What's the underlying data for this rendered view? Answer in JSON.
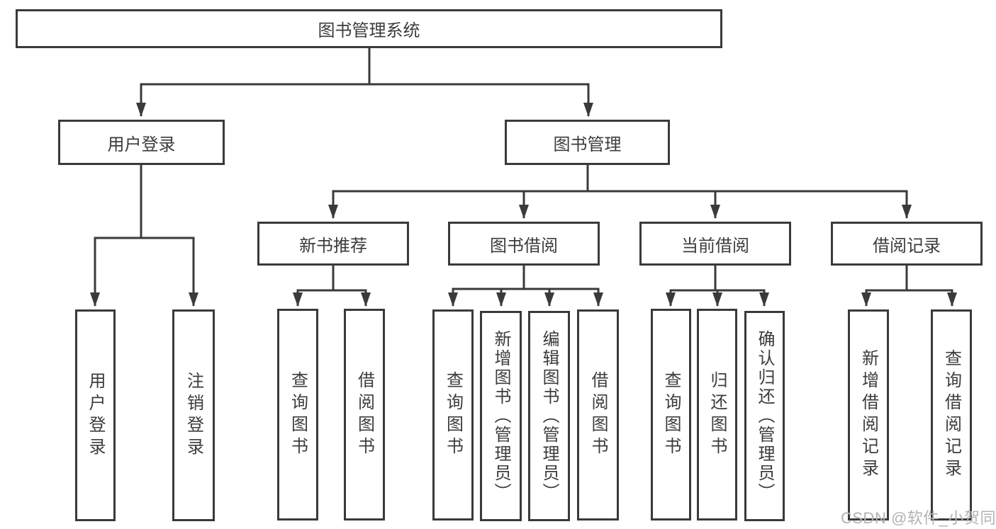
{
  "diagram": {
    "title": "图书管理系统",
    "root": {
      "label": "图书管理系统"
    },
    "branches": [
      {
        "label": "用户登录",
        "children": [
          {
            "label": "用户登录"
          },
          {
            "label": "注销登录"
          }
        ]
      },
      {
        "label": "图书管理",
        "children": [
          {
            "label": "新书推荐",
            "children": [
              {
                "label": "查询图书"
              },
              {
                "label": "借阅图书"
              }
            ]
          },
          {
            "label": "图书借阅",
            "children": [
              {
                "label": "查询图书"
              },
              {
                "label": "新增图书（管理员）"
              },
              {
                "label": "编辑图书（管理员）"
              },
              {
                "label": "借阅图书"
              }
            ]
          },
          {
            "label": "当前借阅",
            "children": [
              {
                "label": "查询图书"
              },
              {
                "label": "归还图书"
              },
              {
                "label": "确认归还（管理员）"
              }
            ]
          },
          {
            "label": "借阅记录",
            "children": [
              {
                "label": "新增借阅记录"
              },
              {
                "label": "查询借阅记录"
              }
            ]
          }
        ]
      }
    ]
  },
  "watermark": {
    "text": "CSDN @软件_小贺同学"
  },
  "colors": {
    "line": "#3a3a3a",
    "text": "#3c3c3c",
    "background": "#ffffff",
    "watermark": "#b5b2b0"
  }
}
